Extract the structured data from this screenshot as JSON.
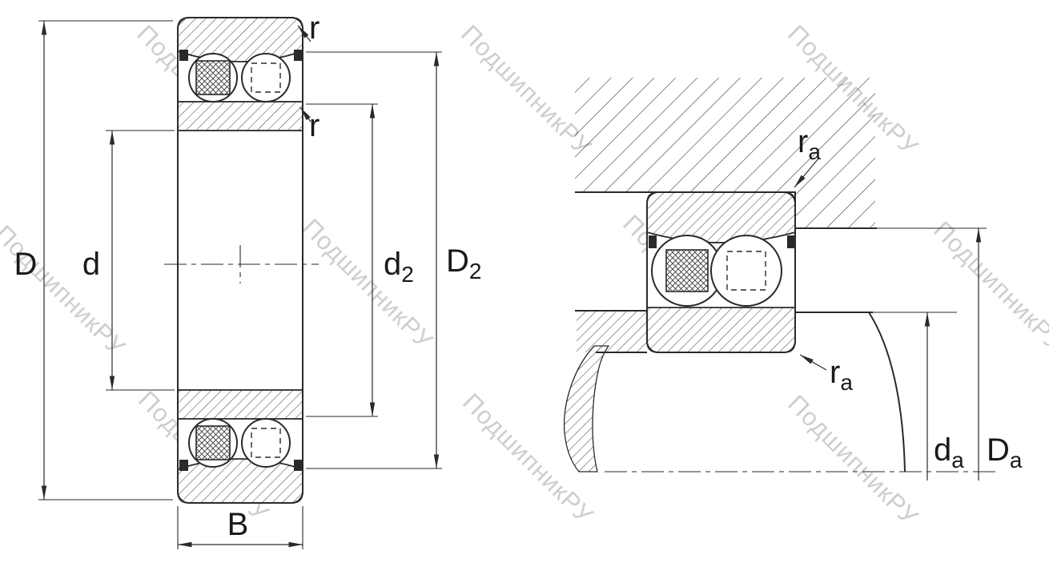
{
  "drawing": {
    "type": "technical-drawing",
    "subject": "Double-row self-aligning ball bearing: cross-section and shaft/housing abutment diagram",
    "watermark": {
      "text": "ПодшипникРУ",
      "color": "#c9c9c9"
    },
    "colors": {
      "line": "#2a2a2a",
      "text": "#1a1a1a",
      "background": "#ffffff"
    },
    "labels": {
      "D": "D",
      "d": "d",
      "B": "B",
      "r_outer": "r",
      "r_inner": "r",
      "d2": {
        "main": "d",
        "sub": "2"
      },
      "D2": {
        "main": "D",
        "sub": "2"
      },
      "da": {
        "main": "d",
        "sub": "a"
      },
      "Da": {
        "main": "D",
        "sub": "a"
      },
      "ra_housing": {
        "main": "r",
        "sub": "a"
      },
      "ra_shaft": {
        "main": "r",
        "sub": "a"
      }
    }
  }
}
